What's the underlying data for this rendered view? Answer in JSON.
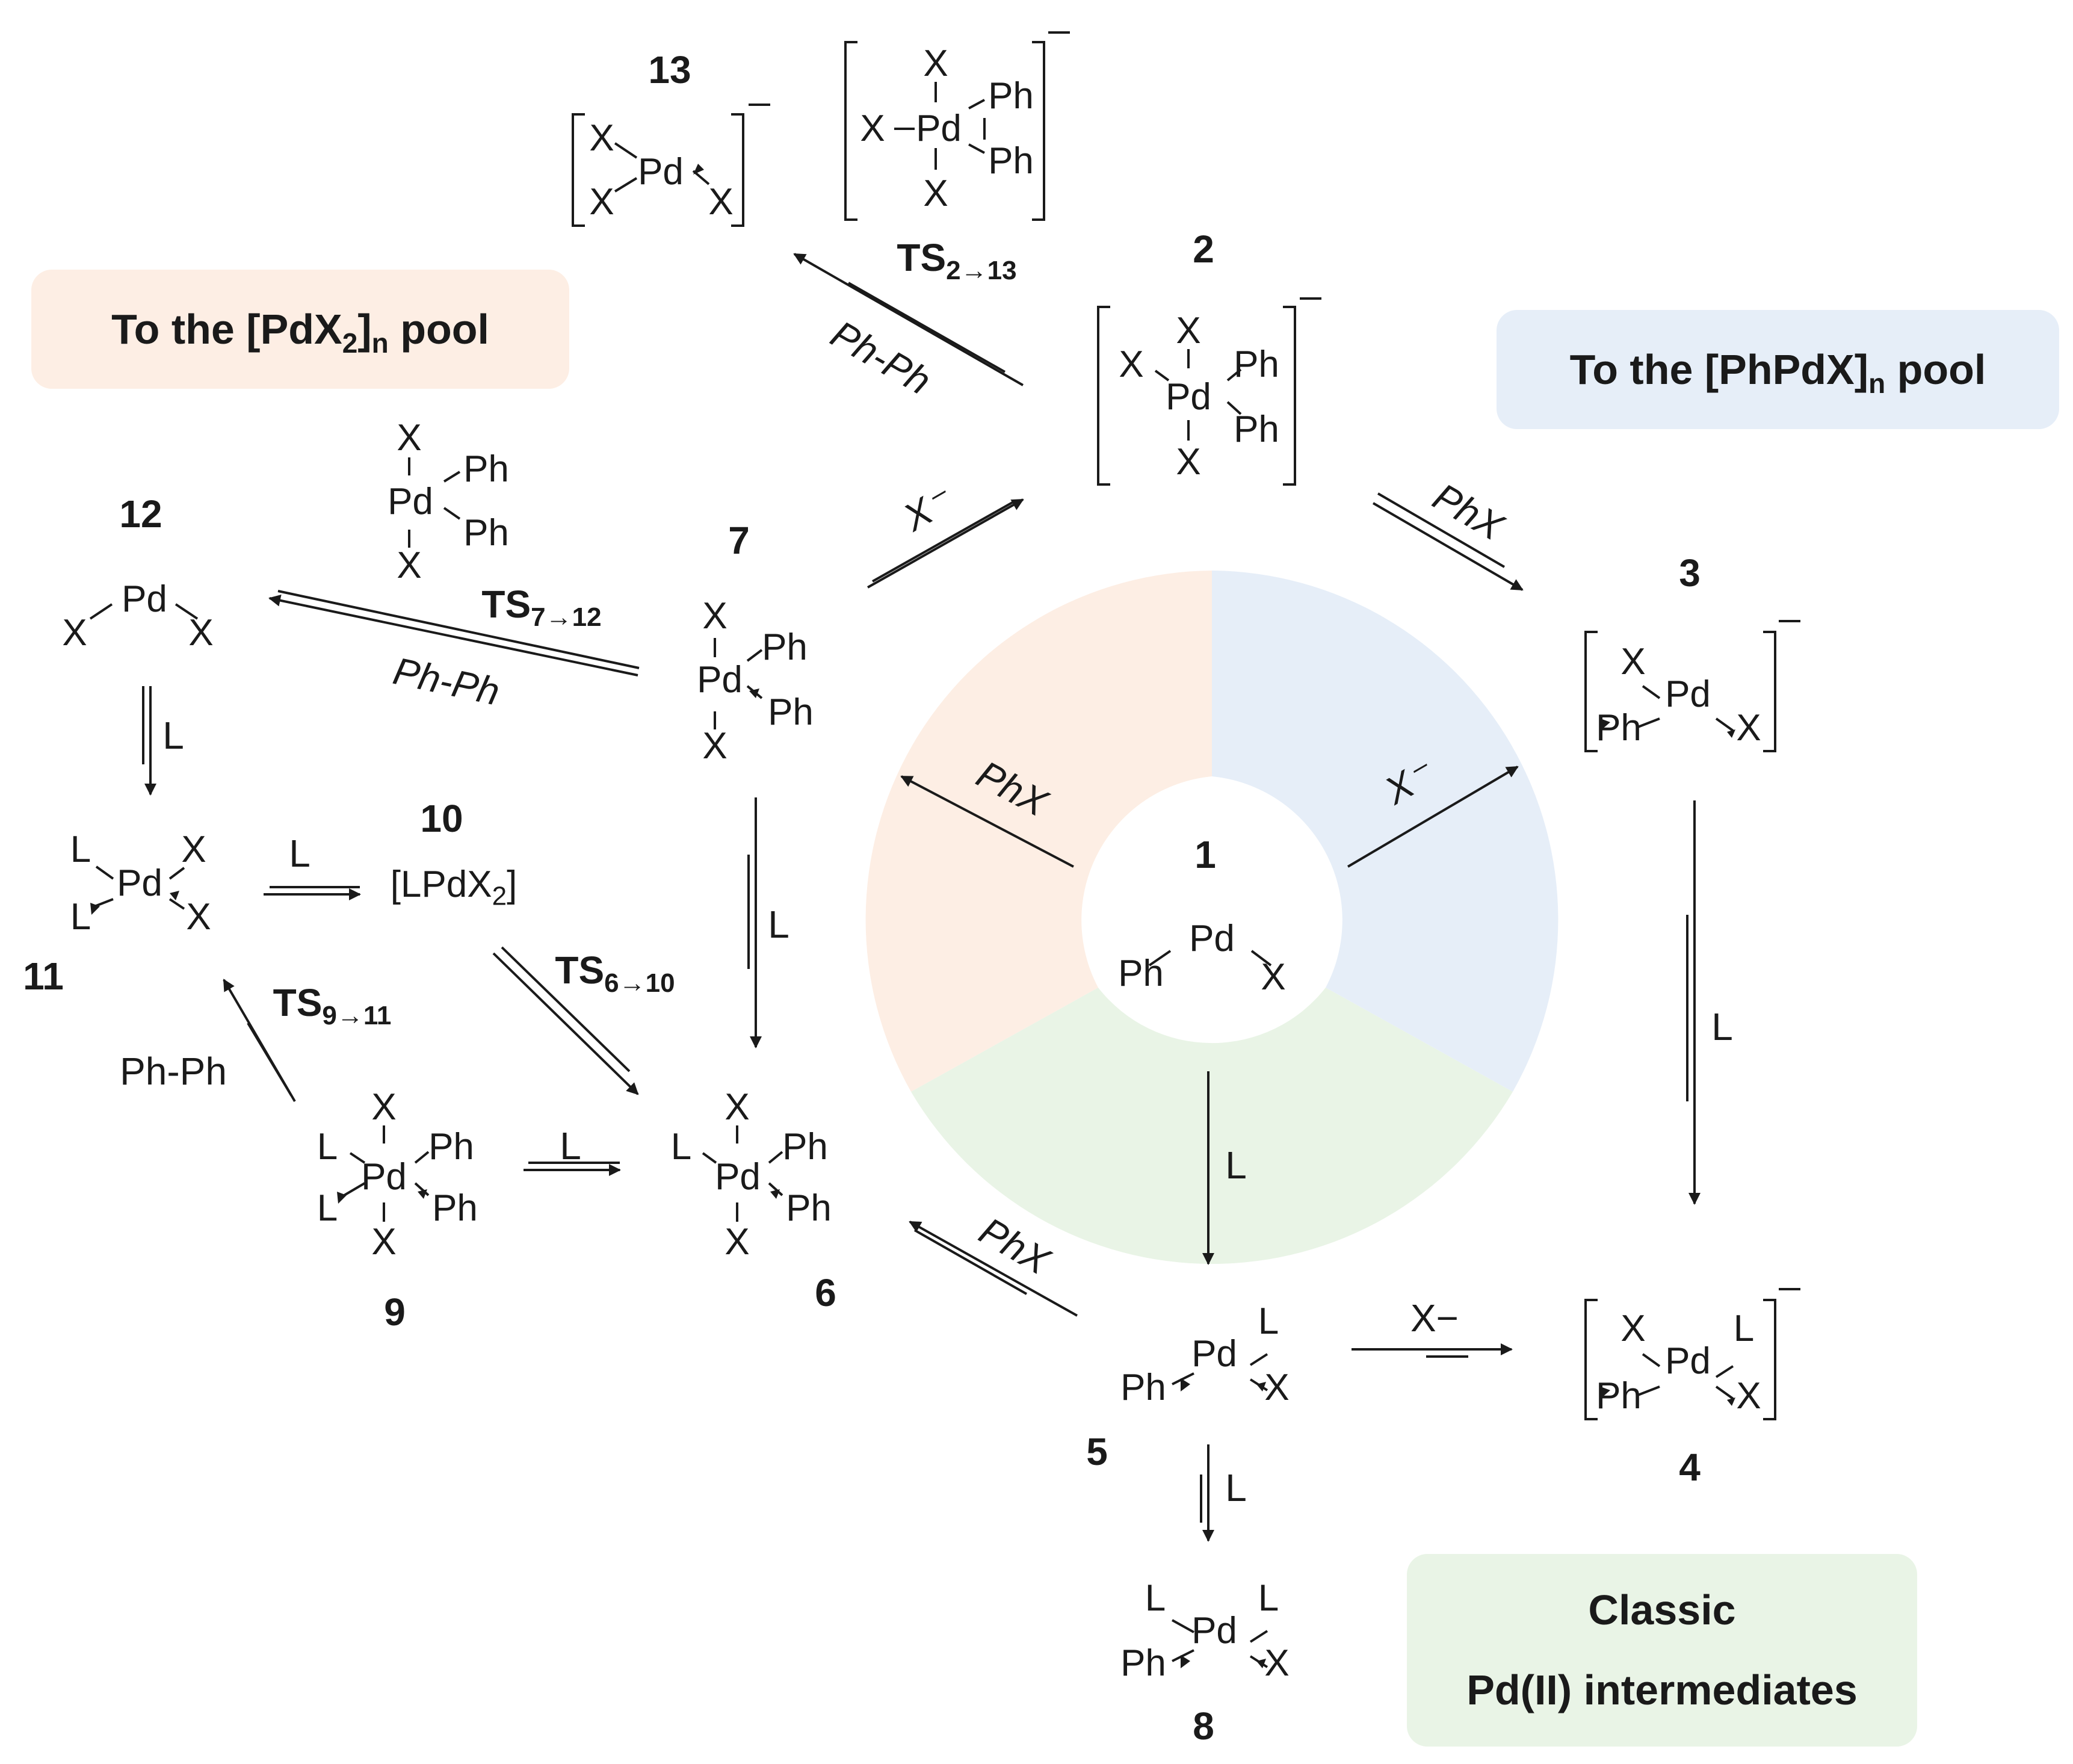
{
  "colors": {
    "pdx2_pool": "#fdeee4",
    "phpdx_pool": "#e6eef8",
    "classic": "#e9f4e6"
  },
  "boxes": {
    "pdx2_pool": {
      "prefix": "To the [PdX",
      "sub": "2",
      "mid": "]",
      "sub2": "n",
      "suffix": " pool"
    },
    "phpdx_pool": {
      "prefix": "To the [PhPdX]",
      "sub": "n",
      "suffix": " pool"
    },
    "classic": {
      "line1": "Classic",
      "line2": "Pd(II) intermediates"
    }
  },
  "compound_numbers": {
    "c1": "1",
    "c2": "2",
    "c3": "3",
    "c4": "4",
    "c5": "5",
    "c6": "6",
    "c7": "7",
    "c8": "8",
    "c9": "9",
    "c10": "10",
    "c11": "11",
    "c12": "12",
    "c13": "13"
  },
  "atoms": {
    "pd": "Pd",
    "x": "X",
    "ph": "Ph",
    "l": "L",
    "lpdx2_open": "[LPdX",
    "lpdx2_sub": "2",
    "lpdx2_close": "]"
  },
  "charge": "−",
  "transition_states": {
    "ts2_13": {
      "base": "TS",
      "sub": "2→13"
    },
    "ts7_12": {
      "base": "TS",
      "sub": "7→12"
    },
    "ts6_10": {
      "base": "TS",
      "sub": "6→10"
    },
    "ts9_11": {
      "base": "TS",
      "sub": "9→11"
    }
  },
  "conditions": {
    "phph_2_13": "Ph-Ph",
    "xminus_7_2": "X⁻",
    "phx_2_3": "PhX",
    "phx_1_7": "PhX",
    "xminus_1_3": "X⁻",
    "phph_7_12": "Ph-Ph",
    "l_12_11": "L",
    "l_11_10": "L",
    "l_7_6": "L",
    "l_3_4": "L",
    "l_1_5": "L",
    "phx_5_6": "PhX",
    "xminus_5_4": "X−",
    "l_9_6": "L",
    "phph_9_11": "Ph-Ph",
    "l_5_8": "L"
  }
}
